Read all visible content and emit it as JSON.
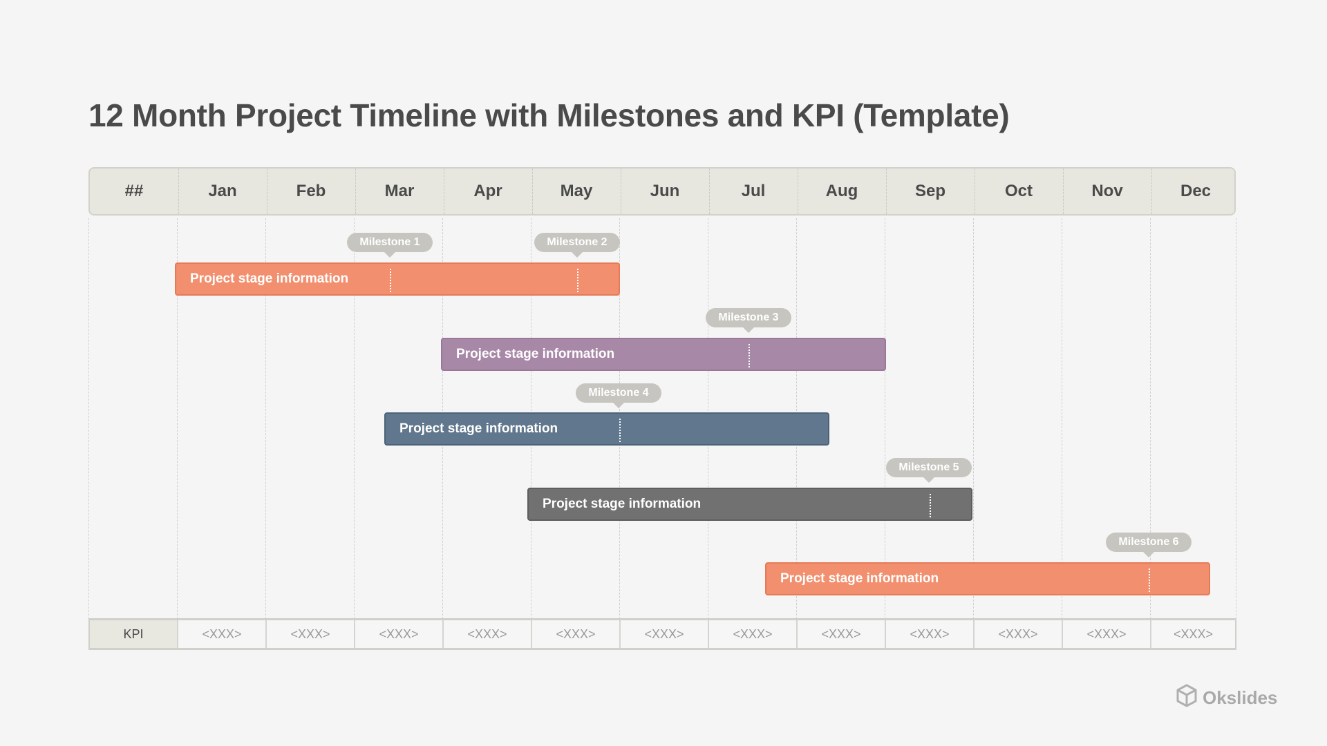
{
  "title": "12 Month Project Timeline with Milestones and KPI (Template)",
  "header": {
    "corner": "##",
    "months": [
      "Jan",
      "Feb",
      "Mar",
      "Apr",
      "May",
      "Jun",
      "Jul",
      "Aug",
      "Sep",
      "Oct",
      "Nov",
      "Dec"
    ]
  },
  "bars": [
    {
      "label": "Project stage information",
      "color": "#f28f6e",
      "border": "#e57a57"
    },
    {
      "label": "Project stage information",
      "color": "#a888a7",
      "border": "#9a7799"
    },
    {
      "label": "Project stage information",
      "color": "#60778d",
      "border": "#4b6379"
    },
    {
      "label": "Project stage information",
      "color": "#717171",
      "border": "#5e5e5e"
    },
    {
      "label": "Project stage information",
      "color": "#f28f6e",
      "border": "#e57a57"
    }
  ],
  "milestones": [
    "Milestone 1",
    "Milestone 2",
    "Milestone 3",
    "Milestone 4",
    "Milestone 5",
    "Milestone 6"
  ],
  "kpi": {
    "label": "KPI",
    "values": [
      "<XXX>",
      "<XXX>",
      "<XXX>",
      "<XXX>",
      "<XXX>",
      "<XXX>",
      "<XXX>",
      "<XXX>",
      "<XXX>",
      "<XXX>",
      "<XXX>",
      "<XXX>"
    ]
  },
  "brand": {
    "name": "Okslides",
    "icon": "cube-logo-icon"
  }
}
